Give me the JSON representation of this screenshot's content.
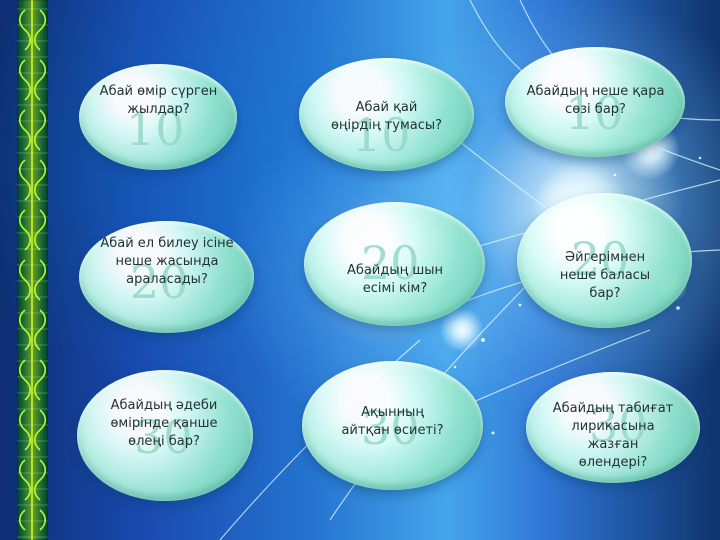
{
  "board": {
    "bubbles": [
      {
        "score": "10",
        "question": "Абай өмір сүрген\nжылдар?"
      },
      {
        "score": "10",
        "question": "Абай қай\nөңірдің тумасы?"
      },
      {
        "score": "10",
        "question": "Абайдың неше қара\nсөзі бар?"
      },
      {
        "score": "20",
        "question": "Абай ел билеу ісіне\nнеше жасында\nараласады?"
      },
      {
        "score": "20",
        "question": "Абайдың шын\nесімі кім?"
      },
      {
        "score": "20",
        "question": "Әйгерімнен\nнеше баласы\nбар?"
      },
      {
        "score": "30",
        "question": "Абайдың әдеби\nөмірінде қанше\nөлеңі бар?"
      },
      {
        "score": "30",
        "question": "Ақынның\nайтқан өсиеті?"
      },
      {
        "score": "30",
        "question": "Абайдың табиғат\nлирикасына жазған\nөлендері?"
      }
    ]
  }
}
